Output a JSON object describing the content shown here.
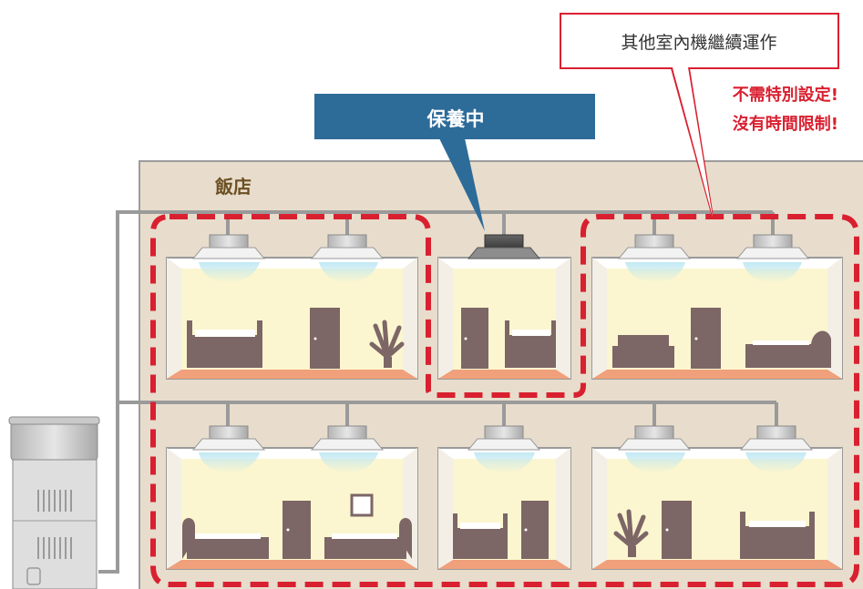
{
  "callout_top_right": "其他室內機繼續運作",
  "note_line1": "不需特別設定!",
  "note_line2": "沒有時間限制!",
  "maintenance_label": "保養中",
  "building_label": "飯店",
  "colors": {
    "accent_red": "#d92030",
    "callout_blue": "#2d6b99",
    "building_fill": "#e8ddcc",
    "room_fill": "#fbf6cf",
    "room_floor": "#f0a07a",
    "furniture": "#7d6666",
    "pipe": "#9a9a9a"
  },
  "icons": {
    "outdoor_unit": "outdoor-ac-unit-icon",
    "indoor_unit": "ceiling-cassette-ac-icon",
    "maintenance_unit": "ceiling-cassette-ac-maintenance-icon"
  }
}
